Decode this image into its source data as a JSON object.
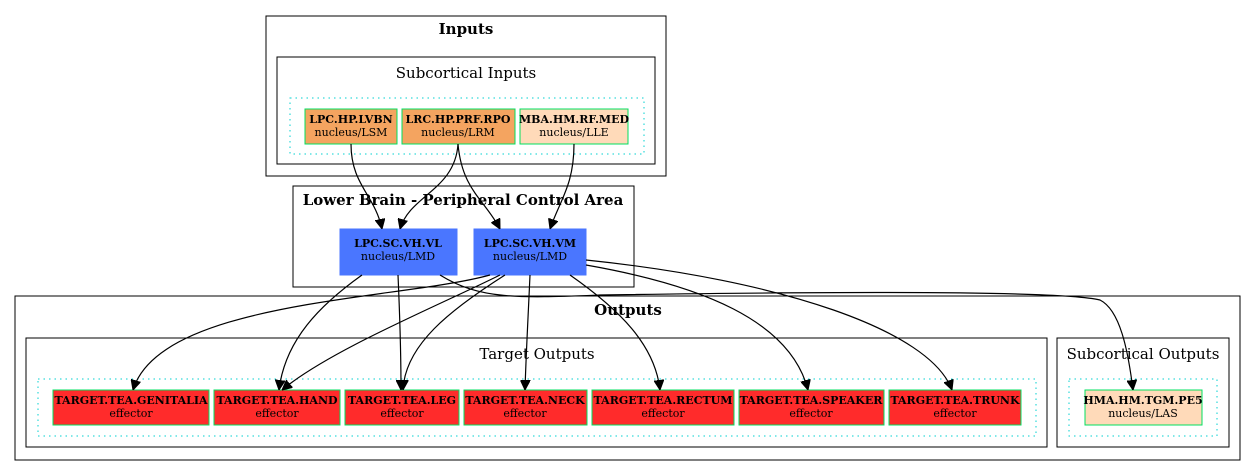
{
  "clusters": {
    "inputs": {
      "title": "Inputs"
    },
    "subcortical_inputs": {
      "title": "Subcortical Inputs"
    },
    "lower_brain": {
      "title": "Lower Brain - Peripheral Control Area"
    },
    "outputs": {
      "title": "Outputs"
    },
    "target_outputs": {
      "title": "Target Outputs"
    },
    "subcortical_outputs": {
      "title": "Subcortical Outputs"
    }
  },
  "colors": {
    "peach_dark": "#f4a460",
    "peach_light": "#ffdab9",
    "blue": "#4a76ff",
    "red": "#ff2b2b",
    "green_border": "#00e060"
  },
  "nodes": {
    "lpc_hp_lvbn": {
      "title": "LPC.HP.LVBN",
      "sub": "nucleus/LSM"
    },
    "lrc_hp_prf_rpo": {
      "title": "LRC.HP.PRF.RPO",
      "sub": "nucleus/LRM"
    },
    "mba_hm_rf_med": {
      "title": "MBA.HM.RF.MED",
      "sub": "nucleus/LLE"
    },
    "lpc_sc_vh_vl": {
      "title": "LPC.SC.VH.VL",
      "sub": "nucleus/LMD"
    },
    "lpc_sc_vh_vm": {
      "title": "LPC.SC.VH.VM",
      "sub": "nucleus/LMD"
    },
    "target_tea_genitalia": {
      "title": "TARGET.TEA.GENITALIA",
      "sub": "effector"
    },
    "target_tea_hand": {
      "title": "TARGET.TEA.HAND",
      "sub": "effector"
    },
    "target_tea_leg": {
      "title": "TARGET.TEA.LEG",
      "sub": "effector"
    },
    "target_tea_neck": {
      "title": "TARGET.TEA.NECK",
      "sub": "effector"
    },
    "target_tea_rectum": {
      "title": "TARGET.TEA.RECTUM",
      "sub": "effector"
    },
    "target_tea_speaker": {
      "title": "TARGET.TEA.SPEAKER",
      "sub": "effector"
    },
    "target_tea_trunk": {
      "title": "TARGET.TEA.TRUNK",
      "sub": "effector"
    },
    "hma_hm_tgm_pe5": {
      "title": "HMA.HM.TGM.PE5",
      "sub": "nucleus/LAS"
    }
  }
}
